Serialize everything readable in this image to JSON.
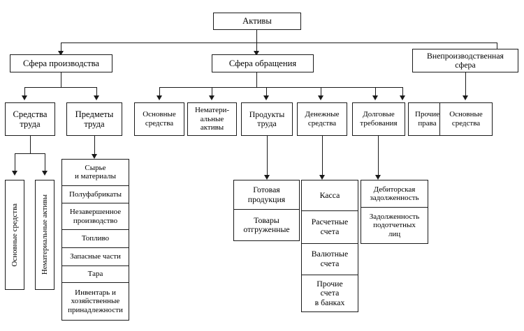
{
  "diagram": {
    "title": "Активы",
    "root": {
      "label": "Активы"
    },
    "spheres": [
      {
        "label": "Сфера производства"
      },
      {
        "label": "Сфера обращения"
      },
      {
        "label": "Внепроизводственная\nсфера"
      }
    ],
    "production_children": [
      {
        "label": "Средства\nтруда"
      },
      {
        "label": "Предметы\nтруда"
      }
    ],
    "circulation_children": [
      {
        "label": "Основные\nсредства"
      },
      {
        "label": "Нематери-\nальные\nактивы"
      },
      {
        "label": "Продукты\nтруда"
      },
      {
        "label": "Денежные\nсредства"
      },
      {
        "label": "Долговые\nтребования"
      },
      {
        "label": "Прочие\nправа"
      }
    ],
    "nonproduction_children": [
      {
        "label": "Основные\nсредства"
      }
    ],
    "means_of_labour_items": [
      {
        "label": "Основные средства"
      },
      {
        "label": "Нематериальные активы"
      }
    ],
    "objects_of_labour_items": [
      {
        "label": "Сырье\nи материалы"
      },
      {
        "label": "Полуфабрикаты"
      },
      {
        "label": "Незавершенное\nпроизводство"
      },
      {
        "label": "Топливо"
      },
      {
        "label": "Запасные части"
      },
      {
        "label": "Тара"
      },
      {
        "label": "Инвентарь и\nхозяйственные\nпринадлежности"
      }
    ],
    "products_of_labour_items": [
      {
        "label": "Готовая\nпродукция"
      },
      {
        "label": "Товары\nотгруженные"
      }
    ],
    "monetary_items": [
      {
        "label": "Касса"
      },
      {
        "label": "Расчетные\nсчета"
      },
      {
        "label": "Валютные\nсчета"
      },
      {
        "label": "Прочие\nсчета\nв банках"
      }
    ],
    "debt_claims_items": [
      {
        "label": "Дебиторская\nзадолженность"
      },
      {
        "label": "Задолженность\nподотчетных\nлиц"
      }
    ],
    "colors": {
      "line": "#1a1a1a",
      "box_fill": "#ffffff",
      "text": "#000000",
      "background": "#ffffff"
    }
  }
}
